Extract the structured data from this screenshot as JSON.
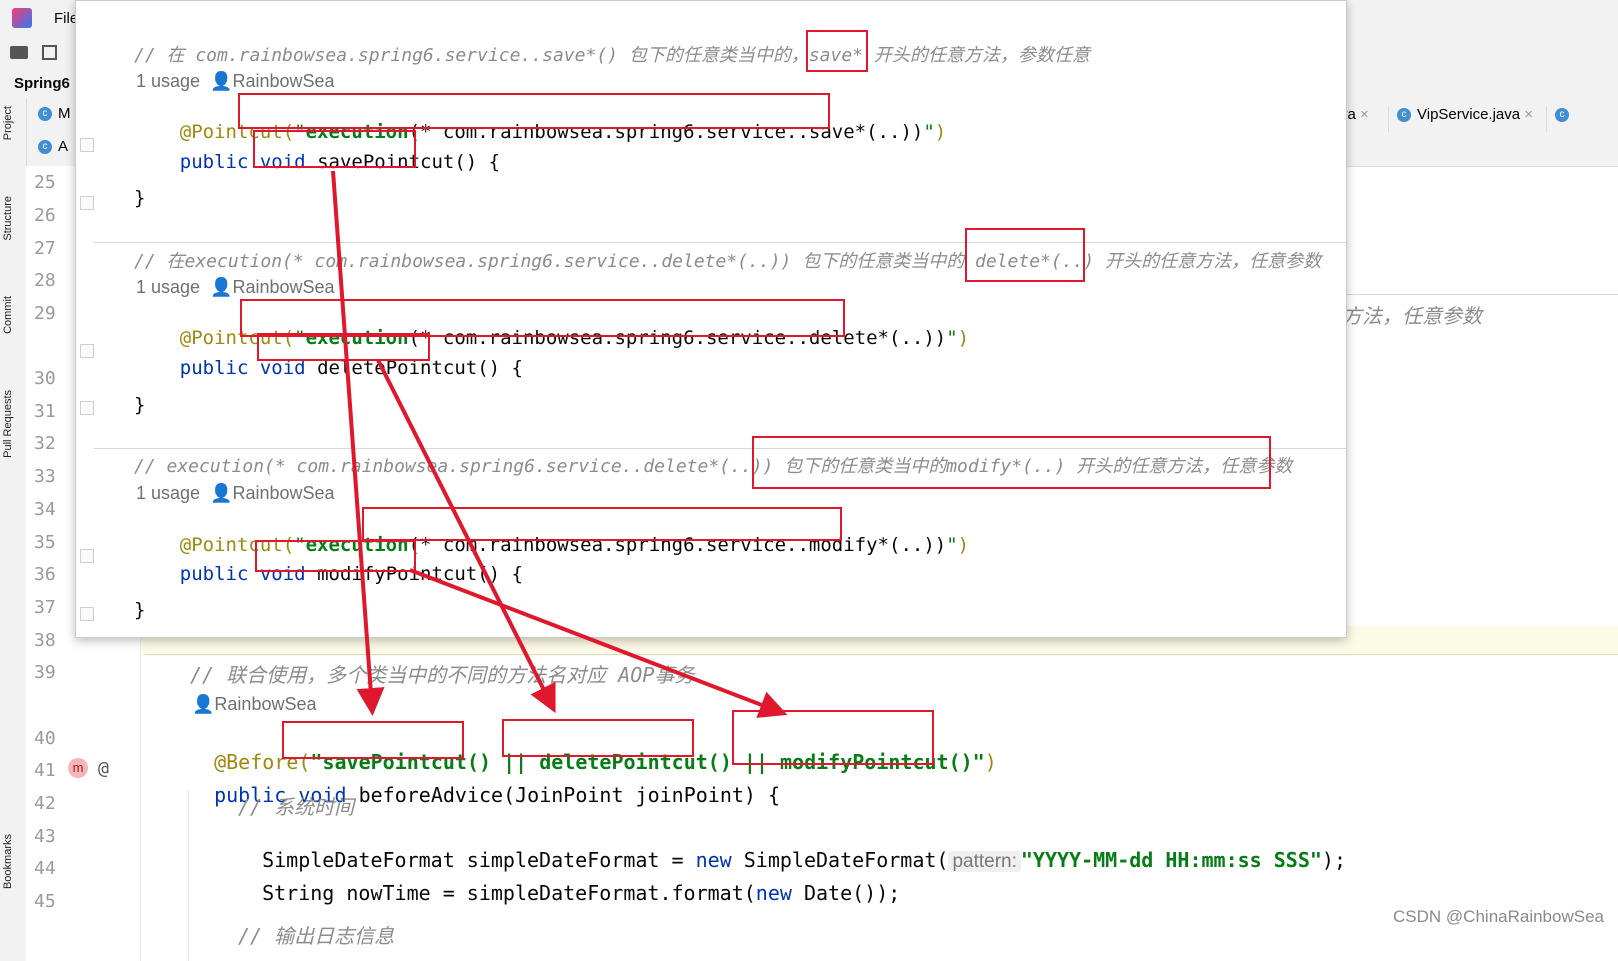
{
  "menu": {
    "file": "File"
  },
  "project": {
    "name": "Spring6"
  },
  "sidebar_tools": [
    "Project",
    "Structure",
    "Commit",
    "Pull Requests",
    "Bookmarks"
  ],
  "tabs": [
    {
      "label": "M",
      "icon": "class-icon"
    },
    {
      "label": "A",
      "icon": "class-icon"
    },
    {
      "label": "va",
      "close": "×"
    },
    {
      "label": "VipService.java",
      "close": "×"
    }
  ],
  "line_numbers": [
    "25",
    "26",
    "27",
    "28",
    "29",
    "30",
    "31",
    "32",
    "33",
    "34",
    "35",
    "36",
    "37",
    "38",
    "39",
    "40",
    "41",
    "42",
    "43",
    "44",
    "45"
  ],
  "popup": {
    "block1": {
      "comment": "// 在 com.rainbowsea.spring6.service..save*() 包下的任意类当中的，save* 开头的任意方法，参数任意",
      "usage": "1 usage",
      "author": "RainbowSea",
      "annotation": "@Pointcut(",
      "expr_kw": "execution",
      "expr_rest": "(* com.rainbowsea.spring6.service..save*(..))",
      "decl_kw": "public void",
      "method": "savePointcut()",
      "brace_open": "{",
      "brace_close": "}"
    },
    "block2": {
      "comment": "// 在execution(* com.rainbowsea.spring6.service..delete*(..)) 包下的任意类当中的 delete*(..) 开头的任意方法，任意参数",
      "usage": "1 usage",
      "author": "RainbowSea",
      "annotation": "@Pointcut(",
      "expr_kw": "execution",
      "expr_rest": "(* com.rainbowsea.spring6.service..delete*(..))",
      "decl_kw": "public void",
      "method": "deletePointcut()",
      "brace_open": "{",
      "brace_close": "}"
    },
    "block3": {
      "comment": "// execution(* com.rainbowsea.spring6.service..delete*(..)) 包下的任意类当中的modify*(..) 开头的任意方法，任意参数",
      "usage": "1 usage",
      "author": "RainbowSea",
      "annotation": "@Pointcut(",
      "expr_kw": "execution",
      "expr_rest": "(* com.rainbowsea.spring6.service..modify*(..))",
      "decl_kw": "public void",
      "method": "modifyPointcut()",
      "brace_open": "{",
      "brace_close": "}"
    }
  },
  "editor": {
    "behind_text": "方法，任意参数",
    "comment39": "// 联合使用，多个类当中的不同的方法名对应 AOP事务",
    "author": "RainbowSea",
    "before_annot": "@Before(",
    "before_expr": "\"savePointcut() || deletePointcut() || modifyPointcut()\"",
    "before_close": ")",
    "decl_kw": "public void",
    "decl_rest": " beforeAdvice(JoinPoint joinPoint) {",
    "comment42": "// 系统时间",
    "line43_a": "SimpleDateFormat simpleDateFormat = ",
    "line43_new": "new",
    "line43_b": " SimpleDateFormat(",
    "line43_hint": "pattern:",
    "line43_str": "\"YYYY-MM-dd HH:mm:ss SSS\"",
    "line43_end": ");",
    "line44_a": "String nowTime = simpleDateFormat.format(",
    "line44_new": "new",
    "line44_b": " Date());",
    "comment46": "// 输出日志信息"
  },
  "watermark": "CSDN @ChinaRainbowSea",
  "colors": {
    "highlight": "#e0182d",
    "keyword": "#0033b3",
    "string": "#067d17",
    "annotation": "#9e880d",
    "comment": "#8c8c8c"
  }
}
